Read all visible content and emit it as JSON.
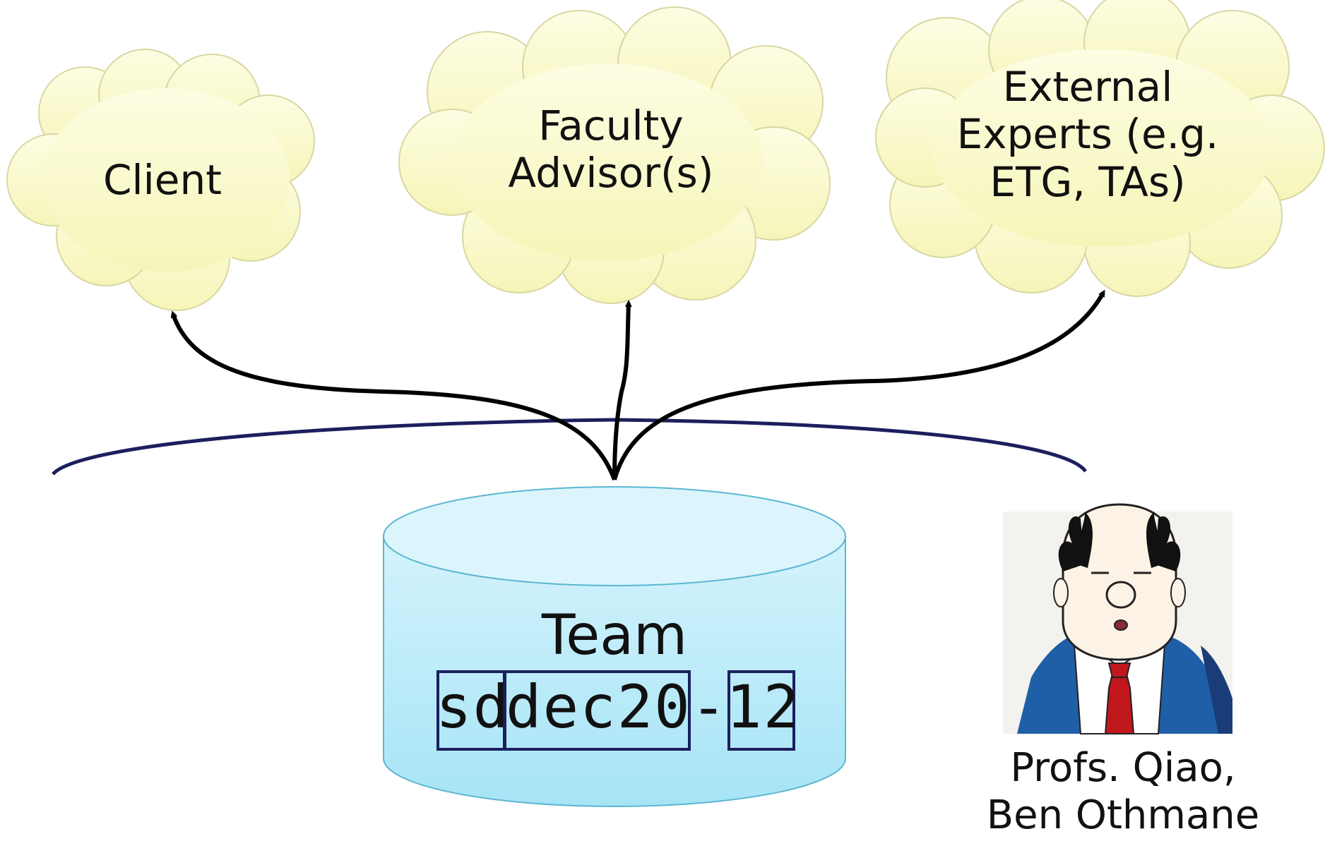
{
  "clouds": {
    "client": "Client",
    "faculty": [
      "Faculty",
      "Advisor(s)"
    ],
    "experts": [
      "External",
      "Experts (e.g.",
      "ETG, TAs)"
    ]
  },
  "team": {
    "title": "Team",
    "code_part1": "sd",
    "code_part2": "dec20",
    "code_dash": "-",
    "code_part3": "12"
  },
  "professors": {
    "line1": "Profs. Qiao,",
    "line2": "Ben Othmane"
  },
  "colors": {
    "cloud_fill": "#fbfbcd",
    "cloud_stroke": "#d8d7a3",
    "cylinder_fill": "#c4ecfa",
    "cylinder_stroke": "#5bb6d2",
    "bracket": "#1b1f5e",
    "arrow": "#000000"
  }
}
